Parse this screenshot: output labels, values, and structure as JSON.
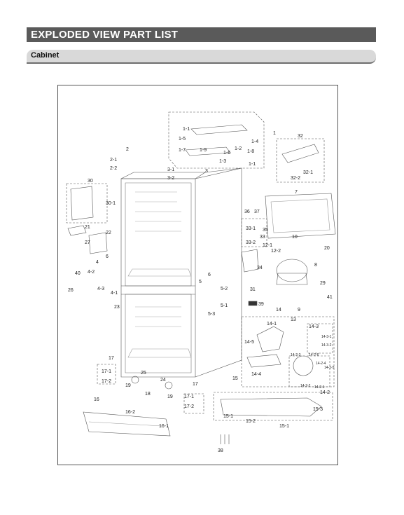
{
  "header": {
    "title": "EXPLODED VIEW PART LIST"
  },
  "section": {
    "label": "Cabinet"
  },
  "labels": {
    "l1": "1",
    "l1_1": "1-1",
    "l1_2": "1-2",
    "l1_3": "1-3",
    "l1_4": "1-4",
    "l1_5": "1-5",
    "l1_6": "1-6",
    "l1_7": "1-7",
    "l1_8": "1-8",
    "l1_9": "1-9",
    "l1_1b": "1-1",
    "l2": "2",
    "l2_1": "2-1",
    "l2_2": "2-2",
    "l3": "3",
    "l3_1": "3-1",
    "l3_2": "3-2",
    "l4": "4",
    "l4_1": "4-1",
    "l4_2": "4-2",
    "l4_3": "4-3",
    "l5": "5",
    "l5_1": "5-1",
    "l5_2": "5-2",
    "l5_3": "5-3",
    "l6a": "6",
    "l6b": "6",
    "l7": "7",
    "l8": "8",
    "l9": "9",
    "l10": "10",
    "l12_1": "12-1",
    "l12_2": "12-2",
    "l13": "13",
    "l14": "14",
    "l14_1": "14-1",
    "l14_2": "14-2",
    "l14_3": "14-3",
    "l14_4": "14-4",
    "l14_5": "14-5",
    "l14_3_1": "14-3-1",
    "l14_3_2": "14-3-2",
    "l14_2_1": "14-2-1",
    "l14_2_2": "14-2-2",
    "l14_2_3": "14-2-3",
    "l14_2_4": "14-2-4",
    "l14_2_5": "14-2-5",
    "l14_2_6": "14-2-6",
    "l15": "15",
    "l15_1a": "15-1",
    "l15_1b": "15-1",
    "l15_2": "15-2",
    "l15_3": "15-3",
    "l16": "16",
    "l16_1": "16-1",
    "l16_2": "16-2",
    "l17a": "17",
    "l17_1a": "17-1",
    "l17_2a": "17-2",
    "l17b": "17",
    "l17_1b": "17-1",
    "l17_2b": "17-2",
    "l18": "18",
    "l19a": "19",
    "l19b": "19",
    "l20": "20",
    "l21": "21",
    "l22": "22",
    "l23": "23",
    "l24": "24",
    "l25": "25",
    "l26": "26",
    "l27": "27",
    "l29": "29",
    "l30": "30",
    "l30_1": "30-1",
    "l31": "31",
    "l32": "32",
    "l32_1": "32-1",
    "l32_2": "32-2",
    "l33": "33",
    "l33_1": "33-1",
    "l33_2": "33-2",
    "l34": "34",
    "l35": "35",
    "l36": "36",
    "l37": "37",
    "l38": "38",
    "l39": "39",
    "l40": "40",
    "l41": "41"
  }
}
